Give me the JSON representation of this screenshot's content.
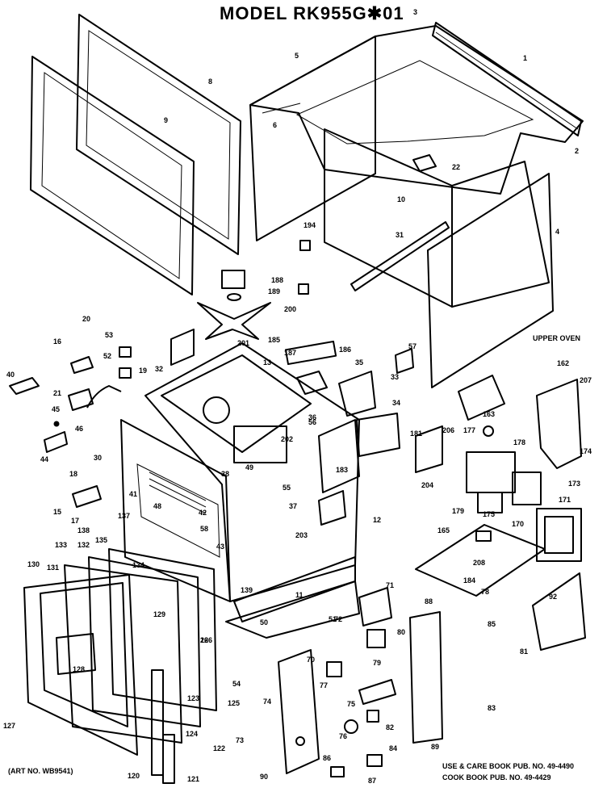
{
  "title": "MODEL  RK955G✱01",
  "section_label": "UPPER OVEN",
  "art_number": "(ART NO. WB9541)",
  "publications": {
    "use_care": "USE & CARE BOOK PUB. NO. 49-4490",
    "cook_book": "COOK BOOK PUB. NO. 49-4429"
  },
  "callouts": [
    "1",
    "2",
    "3",
    "4",
    "5",
    "6",
    "8",
    "9",
    "10",
    "11",
    "12",
    "13",
    "15",
    "16",
    "17",
    "18",
    "19",
    "20",
    "21",
    "22",
    "26",
    "30",
    "31",
    "32",
    "33",
    "34",
    "35",
    "36",
    "37",
    "38",
    "40",
    "41",
    "42",
    "43",
    "44",
    "45",
    "46",
    "48",
    "49",
    "50",
    "51",
    "52",
    "53",
    "54",
    "55",
    "56",
    "57",
    "58",
    "70",
    "71",
    "72",
    "73",
    "74",
    "75",
    "76",
    "77",
    "78",
    "79",
    "80",
    "81",
    "82",
    "83",
    "84",
    "85",
    "86",
    "87",
    "88",
    "89",
    "90",
    "92",
    "120",
    "121",
    "122",
    "123",
    "124",
    "125",
    "126",
    "127",
    "128",
    "129",
    "130",
    "131",
    "132",
    "133",
    "134",
    "135",
    "137",
    "138",
    "139",
    "162",
    "163",
    "165",
    "170",
    "171",
    "173",
    "174",
    "175",
    "177",
    "178",
    "179",
    "181",
    "183",
    "184",
    "185",
    "186",
    "187",
    "188",
    "189",
    "194",
    "200",
    "201",
    "202",
    "203",
    "204",
    "206",
    "207",
    "208"
  ]
}
